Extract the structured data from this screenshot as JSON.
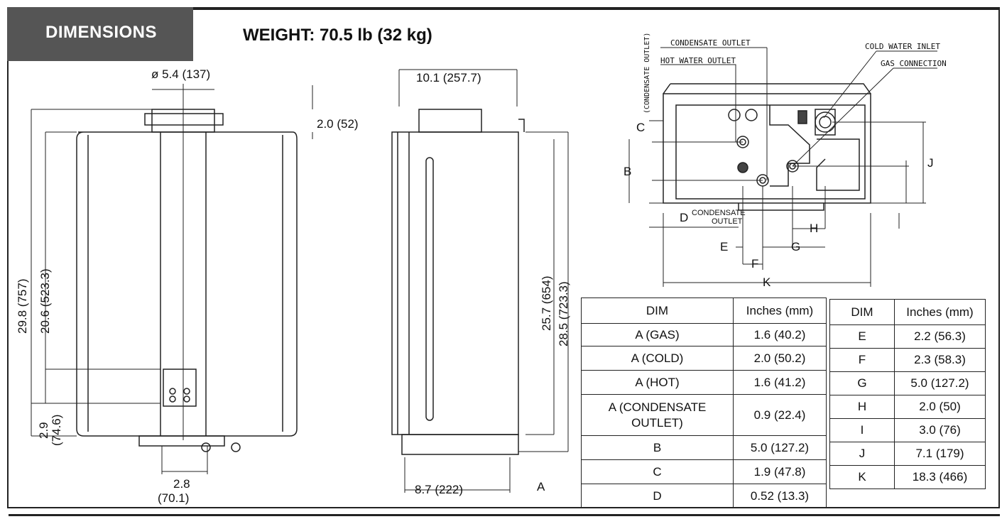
{
  "header": {
    "section_label": "DIMENSIONS",
    "weight": "WEIGHT: 70.5 lb (32 kg)"
  },
  "front_view": {
    "vent_diameter": "ø 5.4 (137)",
    "vent_height": "2.0 (52)",
    "overall_height": "29.8 (757)",
    "body_height": "20.6 (523.3)",
    "bottom_offset_a": "2.9",
    "bottom_offset_b": "(74.6)",
    "bottom_width_a": "2.8",
    "bottom_width_b": "(70.1)"
  },
  "side_view": {
    "top_depth": "10.1 (257.7)",
    "height_inner": "25.7 (654)",
    "height_outer": "28.5 (723.3)",
    "bottom_depth": "8.7 (222)",
    "label_a": "A"
  },
  "bottom_view": {
    "condensate_outlet_side": "(CONDENSATE OUTLET)",
    "condensate_outlet": "CONDENSATE OUTLET",
    "hot_water_outlet": "HOT WATER OUTLET",
    "cold_water_inlet": "COLD WATER INLET",
    "gas_connection": "GAS CONNECTION",
    "labels": {
      "b": "B",
      "c": "C",
      "d": "D",
      "d_caption_1": "CONDENSATE",
      "d_caption_2": "OUTLET",
      "e": "E",
      "f": "F",
      "g": "G",
      "h": "H",
      "j": "J",
      "k": "K"
    }
  },
  "table_left": {
    "headers": [
      "DIM",
      "Inches (mm)"
    ],
    "rows": [
      [
        "A (GAS)",
        "1.6 (40.2)"
      ],
      [
        "A (COLD)",
        "2.0 (50.2)"
      ],
      [
        "A (HOT)",
        "1.6 (41.2)"
      ],
      [
        "A (CONDENSATE\nOUTLET)",
        "0.9 (22.4)"
      ],
      [
        "B",
        "5.0 (127.2)"
      ],
      [
        "C",
        "1.9 (47.8)"
      ],
      [
        "D",
        "0.52 (13.3)"
      ]
    ]
  },
  "table_right": {
    "headers": [
      "DIM",
      "Inches (mm)"
    ],
    "rows": [
      [
        "E",
        "2.2 (56.3)"
      ],
      [
        "F",
        "2.3 (58.3)"
      ],
      [
        "G",
        "5.0 (127.2)"
      ],
      [
        "H",
        "2.0 (50)"
      ],
      [
        "I",
        "3.0 (76)"
      ],
      [
        "J",
        "7.1 (179)"
      ],
      [
        "K",
        "18.3 (466)"
      ]
    ]
  }
}
